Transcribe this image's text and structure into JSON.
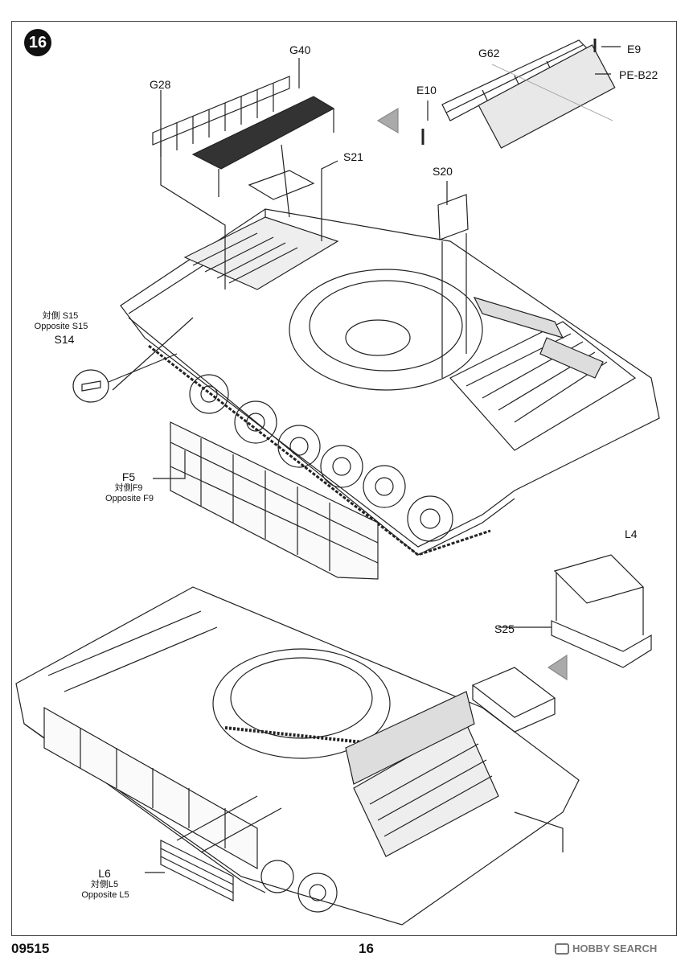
{
  "step_number": "16",
  "parts": {
    "g40": "G40",
    "g28": "G28",
    "s21": "S21",
    "g62": "G62",
    "e9": "E9",
    "pe_b22": "PE-B22",
    "e10": "E10",
    "s20": "S20",
    "s15_cn": "対側 S15",
    "s15_en": "Opposite S15",
    "s14": "S14",
    "f5": "F5",
    "f9_cn": "対側F9",
    "f9_en": "Opposite F9",
    "l4": "L4",
    "s25": "S25",
    "l6": "L6",
    "l5_cn": "対側L5",
    "l5_en": "Opposite L5"
  },
  "footer": {
    "kit_number": "09515",
    "page_number": "16",
    "watermark": "HOBBY SEARCH"
  }
}
